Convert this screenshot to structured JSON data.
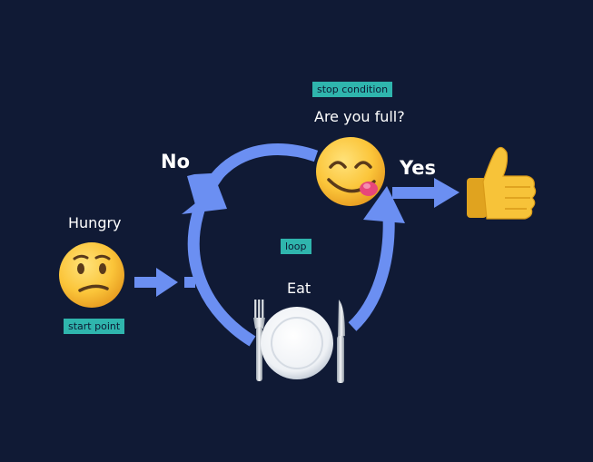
{
  "labels": {
    "hungry": "Hungry",
    "eat": "Eat",
    "are_you_full": "Are you full?",
    "no": "No",
    "yes": "Yes"
  },
  "tags": {
    "start_point": "start point",
    "loop": "loop",
    "stop_condition": "stop condition"
  },
  "icons": {
    "confused_face": "confused-face-emoji",
    "yummy_face": "face-savoring-food-emoji",
    "thumbs_up": "thumbs-up-emoji",
    "plate": "fork-knife-plate-emoji"
  },
  "colors": {
    "background": "#101a35",
    "arrow": "#6b8ff2",
    "tag": "#2fb5ad",
    "text": "#ffffff",
    "emoji_yellow": "#f7c339"
  }
}
